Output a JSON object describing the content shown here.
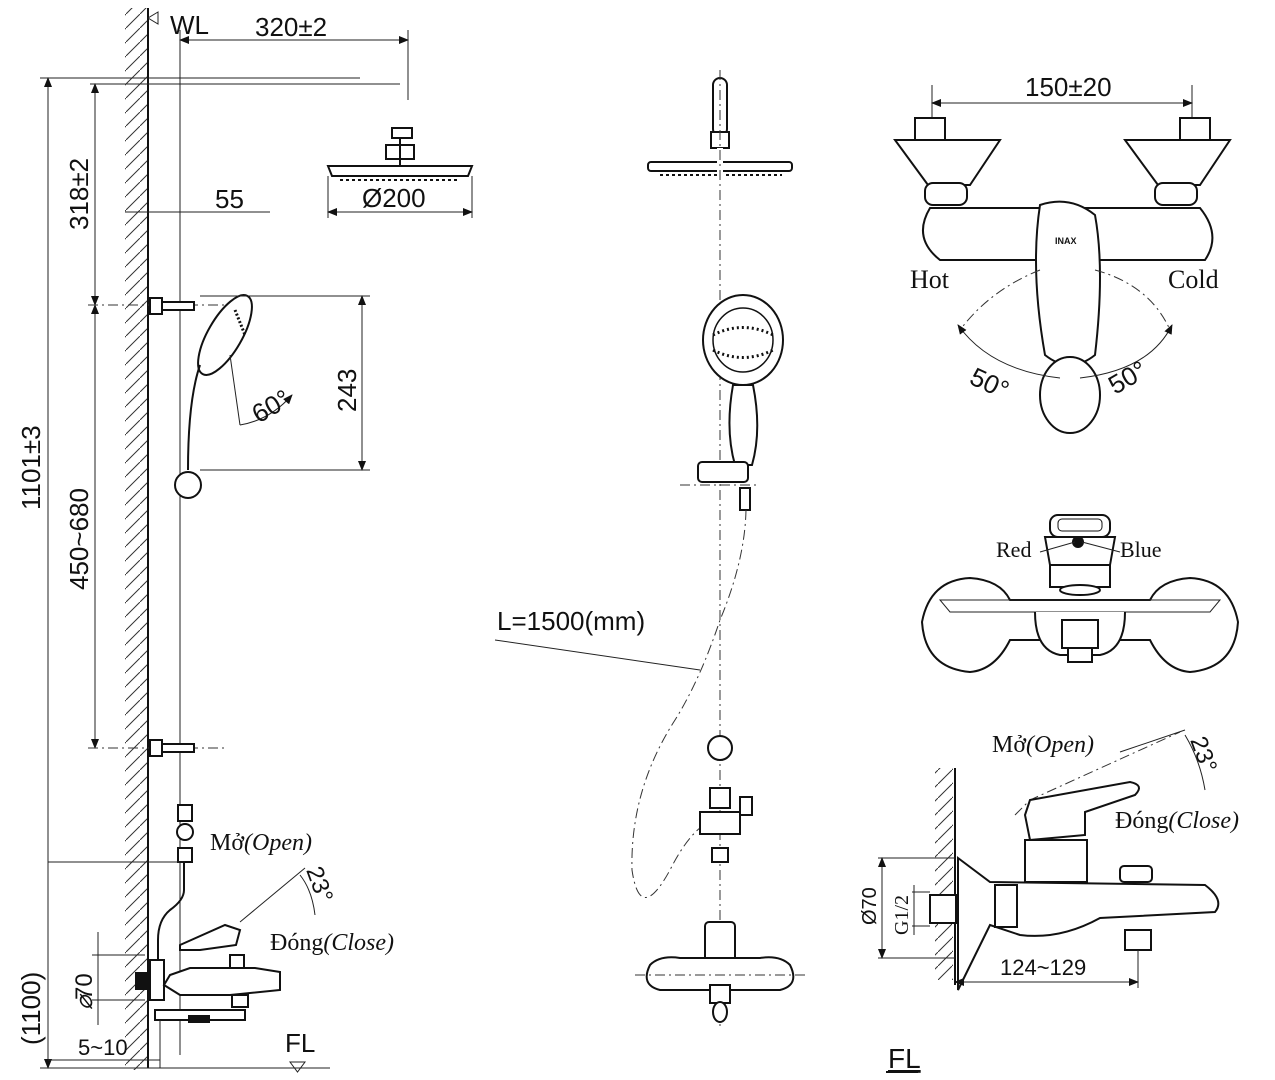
{
  "labels": {
    "wl": "WL",
    "fl_left": "FL",
    "fl_right": "FL",
    "arm_width": "320±2",
    "arm_height": "318±2",
    "pipe_offset": "55",
    "head_dia": "Ø200",
    "total_height": "1101±3",
    "bar_range": "450~680",
    "handshower_span": "243",
    "handshower_angle": "60°",
    "mixer_height": "(1100)",
    "inlet_dia": "70",
    "wall_gap": "5~10",
    "open_left": "Mở",
    "open_left_en": "(Open)",
    "close_left": "Đóng",
    "close_left_en": "(Close)",
    "lever_angle_left": "23°",
    "hose_length": "L=1500(mm)",
    "inlet_spacing": "150±20",
    "hot": "Hot",
    "cold": "Cold",
    "angle_hot": "50°",
    "angle_cold": "50°",
    "brand": "INAX",
    "red": "Red",
    "blue": "Blue",
    "open_right": "Mở",
    "open_right_en": "(Open)",
    "close_right": "Đóng",
    "close_right_en": "(Close)",
    "lever_angle_right": "23°",
    "side_dia": "Ø70",
    "thread": "G1/2",
    "projection": "124~129"
  }
}
